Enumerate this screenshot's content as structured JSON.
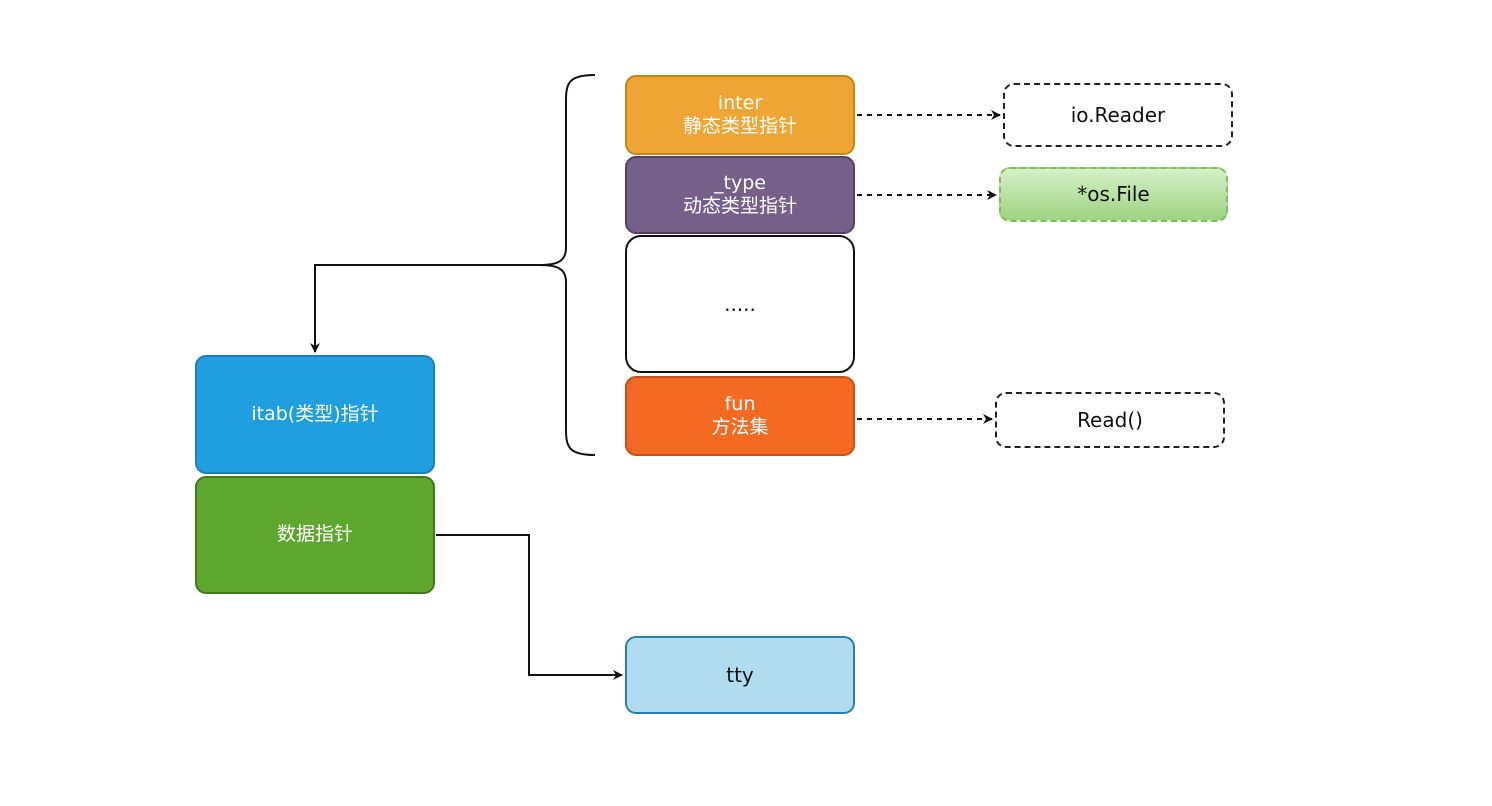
{
  "itab_box": {
    "label": "itab(类型)指针",
    "color": "#1f9ee0"
  },
  "data_box": {
    "label": "数据指针",
    "color": "#5ea72f"
  },
  "inter_box": {
    "line1": "inter",
    "line2": "静态类型指针",
    "color": "#eea533"
  },
  "type_box": {
    "line1": "_type",
    "line2": "动态类型指针",
    "color": "#76608a"
  },
  "ellipsis_box": {
    "label": "....."
  },
  "fun_box": {
    "line1": "fun",
    "line2": "方法集",
    "color": "#f46a22"
  },
  "tty_box": {
    "label": "tty",
    "color": "#b1dcef"
  },
  "io_reader_box": {
    "label": "io.Reader"
  },
  "os_file_box": {
    "label": "*os.File",
    "color": "#9ed381"
  },
  "read_box": {
    "label": "Read()"
  }
}
